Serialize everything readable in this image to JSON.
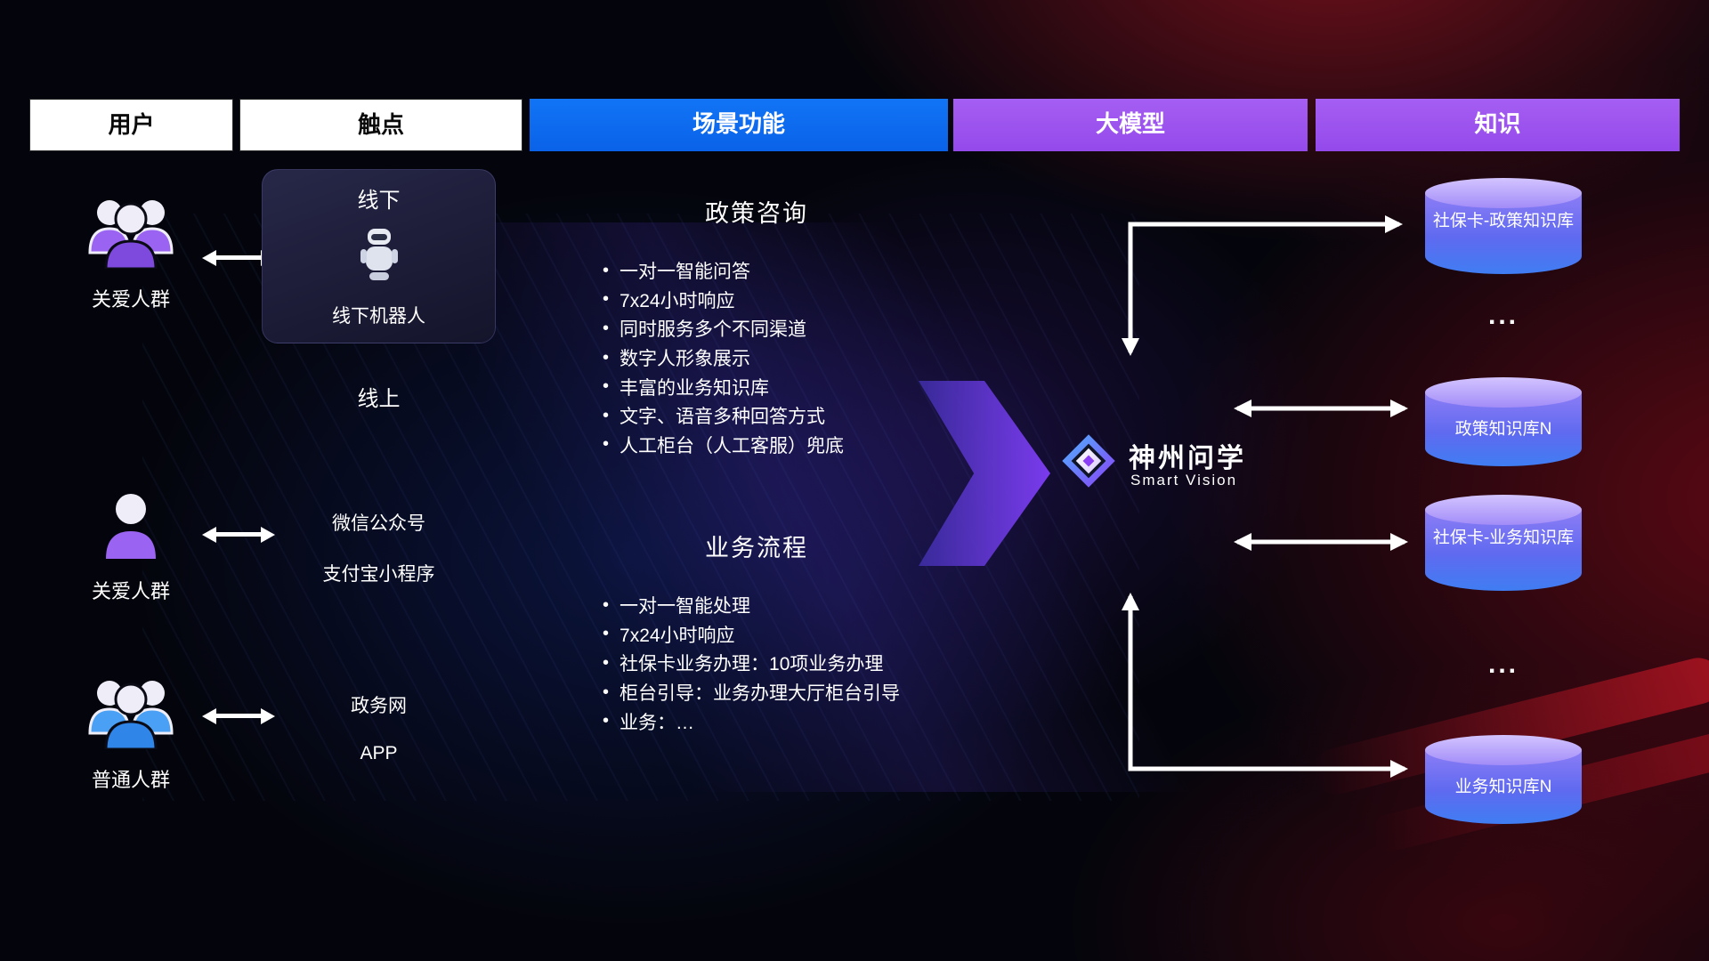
{
  "header": {
    "columns": [
      {
        "label": "用户"
      },
      {
        "label": "触点"
      },
      {
        "label": "场景功能"
      },
      {
        "label": "大模型"
      },
      {
        "label": "知识"
      }
    ]
  },
  "users": [
    {
      "label": "关爱人群",
      "icon": "people-group-icon",
      "color": "#9a63f2"
    },
    {
      "label": "关爱人群",
      "icon": "person-icon",
      "color": "#9a63f2"
    },
    {
      "label": "普通人群",
      "icon": "people-group-icon",
      "color": "#4aa0f5"
    }
  ],
  "touchpoints": {
    "offline": {
      "title": "线下",
      "robot_icon": "robot-icon",
      "robot_label": "线下机器人"
    },
    "online": {
      "title": "线上",
      "items": [
        "微信公众号",
        "支付宝小程序",
        "政务网",
        "APP"
      ]
    }
  },
  "scenarios": [
    {
      "title": "政策咨询",
      "items": [
        "一对一智能问答",
        "7x24小时响应",
        "同时服务多个不同渠道",
        "数字人形象展示",
        "丰富的业务知识库",
        "文字、语音多种回答方式",
        "人工柜台（人工客服）兜底"
      ]
    },
    {
      "title": "业务流程",
      "items": [
        "一对一智能处理",
        "7x24小时响应",
        "社保卡业务办理：10项业务办理",
        "柜台引导：业务办理大厅柜台引导",
        "业务：…"
      ]
    }
  ],
  "model": {
    "name": "神州问学",
    "subtitle": "Smart Vision",
    "icon": "logo-diamond-icon"
  },
  "knowledge": {
    "databases": [
      "社保卡-政策知识库",
      "政策知识库N",
      "社保卡-业务知识库",
      "业务知识库N"
    ],
    "ellipsis": "..."
  },
  "colors": {
    "header_blue": "#0a67f0",
    "header_purple": "#9d54ee",
    "flow_arrow_purple": "#7a3bed",
    "cylinder_top": "#c3b2fb",
    "cylinder_body": "#5f6af0",
    "user_purple": "#9a63f2",
    "user_blue": "#4aa0f5",
    "background": "#04050c"
  }
}
